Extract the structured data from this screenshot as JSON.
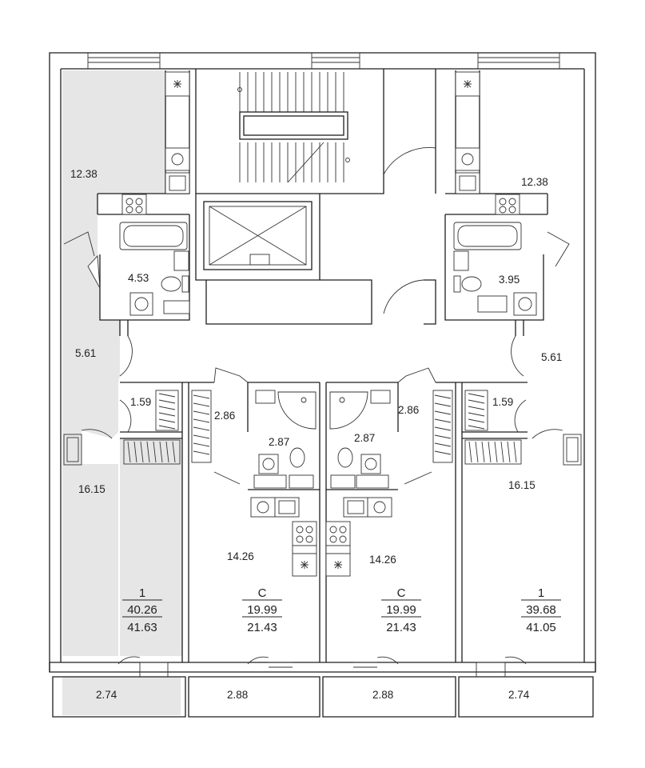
{
  "colors": {
    "highlight": "#e6e6e6",
    "wall": "#1e1e1e",
    "background": "#ffffff"
  },
  "icons": [
    "stove-icon",
    "sink-icon",
    "bathtub-icon",
    "toilet-icon",
    "washer-icon",
    "shower-icon",
    "vent-icon"
  ],
  "room_labels": {
    "kitchen_left": "12.38",
    "kitchen_right": "12.38",
    "bath_left": "4.53",
    "bath_right": "3.95",
    "hall_left": "5.61",
    "hall_right": "5.61",
    "closet_left": "1.59",
    "closet_right": "1.59",
    "room_left": "16.15",
    "room_right": "16.15",
    "studio_hall_left": "2.86",
    "studio_hall_right": "2.86",
    "studio_bath_left": "2.87",
    "studio_bath_right": "2.87",
    "studio_room_left": "14.26",
    "studio_room_right": "14.26",
    "balcony_1": "2.74",
    "balcony_2": "2.88",
    "balcony_3": "2.88",
    "balcony_4": "2.74"
  },
  "apartments": [
    {
      "type": "1",
      "living_area": "40.26",
      "total_area": "41.63",
      "highlighted": true
    },
    {
      "type": "C",
      "living_area": "19.99",
      "total_area": "21.43",
      "highlighted": false
    },
    {
      "type": "C",
      "living_area": "19.99",
      "total_area": "21.43",
      "highlighted": false
    },
    {
      "type": "1",
      "living_area": "39.68",
      "total_area": "41.05",
      "highlighted": false
    }
  ]
}
